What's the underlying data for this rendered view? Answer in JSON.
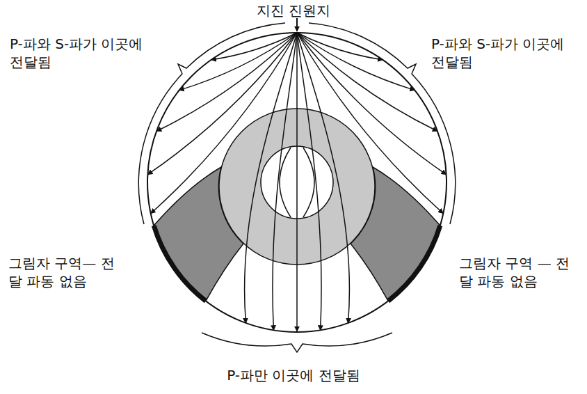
{
  "diagram": {
    "labels": [
      "지진 진원지",
      "P-파와 S-파가 이곳에 전달됨",
      "P-파와 S-파가 이곳에 전달됨",
      "그림자 구역— 전달 파동 없음",
      "그림자 구역 — 전달 파동 없음",
      "P-파만 이곳에 전달됨"
    ]
  }
}
